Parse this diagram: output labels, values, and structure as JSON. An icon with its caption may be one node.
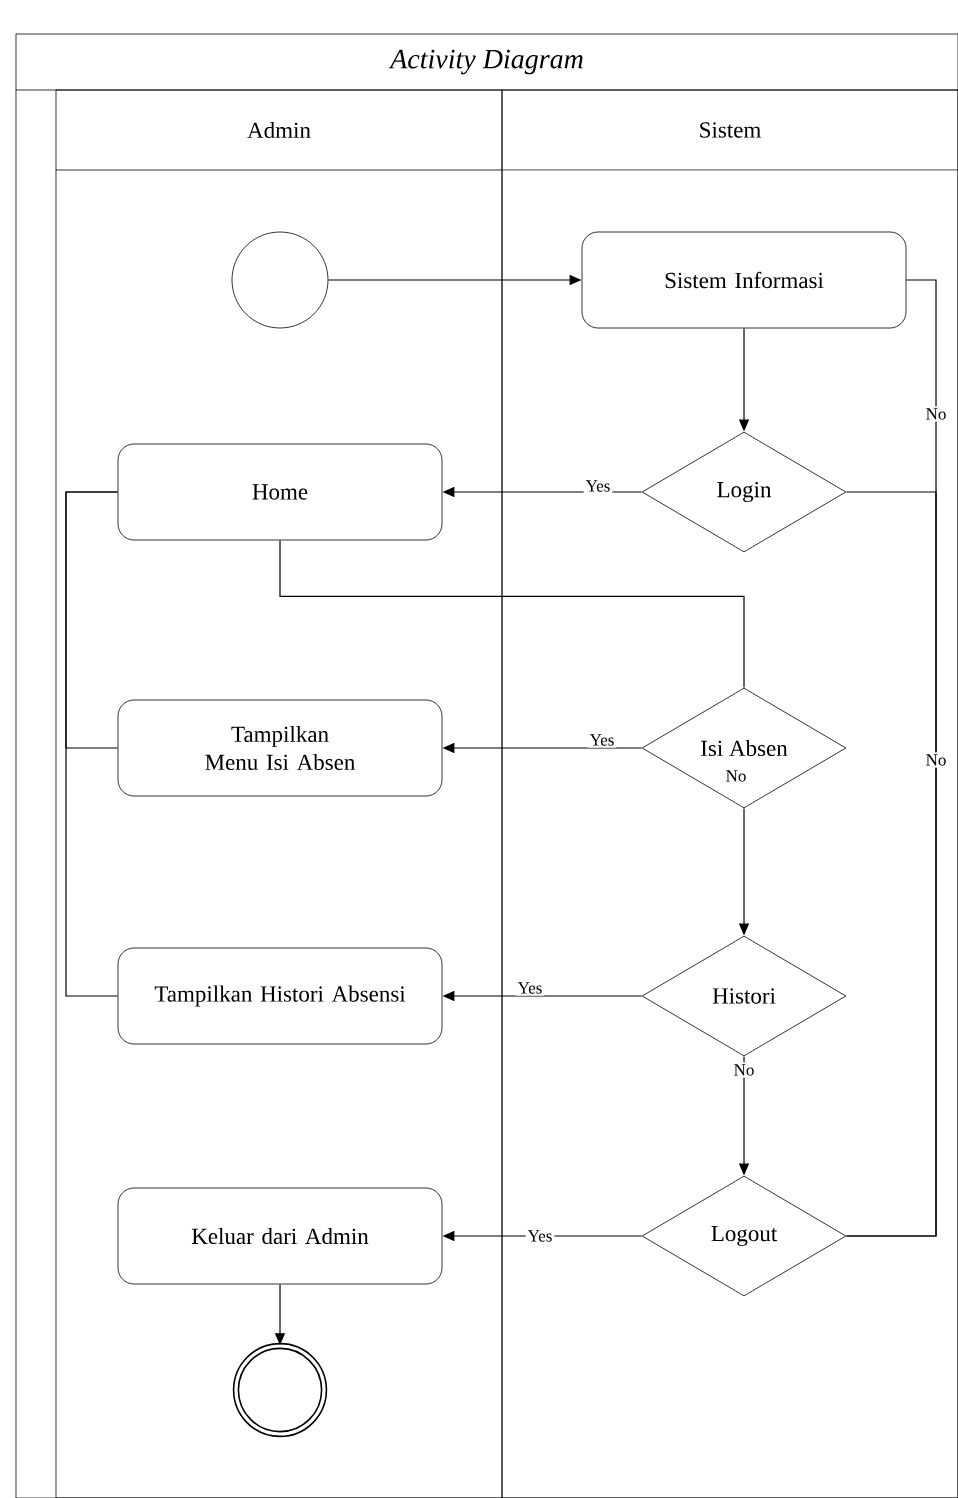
{
  "diagram": {
    "nodes": [
      {
        "text": [
          "Activity Diagram"
        ]
      },
      {
        "text": [
          "Admin"
        ],
        "in": 0
      },
      {
        "text": [
          "Sistem"
        ],
        "in": 0
      },
      {
        "text": [],
        "shape": "circle",
        "in": 1
      },
      {
        "text": [
          "Sistem Informasi"
        ],
        "in": 2
      },
      {
        "text": [
          "Login"
        ],
        "in": 2
      },
      {
        "text": [
          "Home"
        ],
        "in": 1
      },
      {
        "text": [
          "Isi Absen"
        ],
        "in": 2
      },
      {
        "text": [
          "Tampilkan Menu Isi Absen"
        ],
        "in": 1
      },
      {
        "text": [
          "Histori"
        ],
        "in": 2
      },
      {
        "text": [
          "Tampilkan Histori Absensi"
        ],
        "in": 1
      },
      {
        "text": [
          "Logout"
        ],
        "in": 2
      },
      {
        "text": [
          "Keluar dari Admin"
        ],
        "in": 1
      },
      {
        "text": [],
        "shape": "circle",
        "in": 1
      }
    ],
    "edges": [
      {
        "from": 3,
        "to": 4,
        "arrow": "to"
      },
      {
        "from": 4,
        "to": 5,
        "arrow": "to"
      },
      {
        "from": 5,
        "to": 6,
        "arrow": "to",
        "label": "Yes"
      },
      {
        "from": 4,
        "to": 11,
        "arrow": "none",
        "label": "No"
      },
      {
        "from": 5,
        "to": 11,
        "arrow": "none",
        "label": "No"
      },
      {
        "from": 6,
        "to": 7,
        "arrow": "none"
      },
      {
        "from": 7,
        "to": 8,
        "arrow": "to",
        "label": "Yes"
      },
      {
        "from": 7,
        "to": 9,
        "arrow": "to",
        "label": "No"
      },
      {
        "from": 9,
        "to": 10,
        "arrow": "to",
        "label": "Yes"
      },
      {
        "from": 9,
        "to": 11,
        "arrow": "to",
        "label": "No"
      },
      {
        "from": 11,
        "to": 12,
        "arrow": "to",
        "label": "Yes"
      },
      {
        "from": 12,
        "to": 13,
        "arrow": "to"
      },
      {
        "from": 8,
        "to": 6,
        "arrow": "none"
      },
      {
        "from": 10,
        "to": 6,
        "arrow": "none"
      }
    ]
  }
}
